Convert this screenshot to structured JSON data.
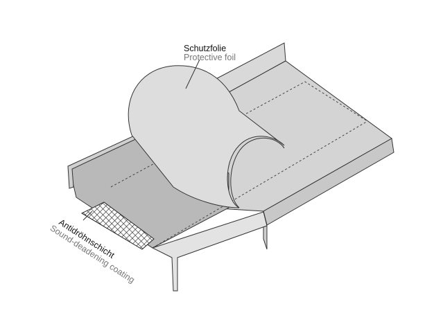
{
  "labels": {
    "foil_de": "Schutzfolie",
    "foil_en": "Protective foil",
    "coating_de": "Antidröhnschicht",
    "coating_en": "Sound-deadening coating"
  },
  "colors": {
    "panel": "#d4d4d4",
    "panel_light": "#e3e3e3",
    "panel_dark": "#b9b9b9",
    "foil": "#dddddd",
    "outline": "#333333",
    "label_primary": "#111111",
    "label_secondary": "#777777"
  }
}
